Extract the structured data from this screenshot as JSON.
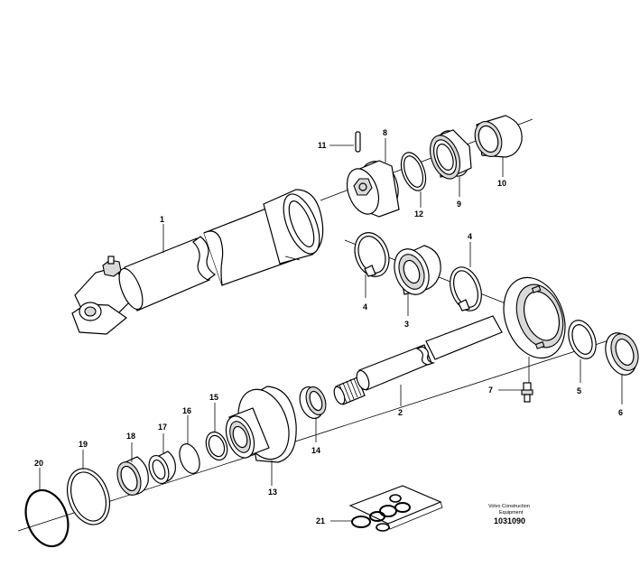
{
  "labels": {
    "p1": "1",
    "p2": "2",
    "p3": "3",
    "p4a": "4",
    "p4b": "4",
    "p5": "5",
    "p6": "6",
    "p7": "7",
    "p8": "8",
    "p9": "9",
    "p10": "10",
    "p11": "11",
    "p12": "12",
    "p13": "13",
    "p14": "14",
    "p15": "15",
    "p16": "16",
    "p17": "17",
    "p18": "18",
    "p19": "19",
    "p20": "20",
    "p21": "21"
  },
  "caption": {
    "line1": "Volvo Construction",
    "line2": "Equipment",
    "reference": "1031090"
  }
}
